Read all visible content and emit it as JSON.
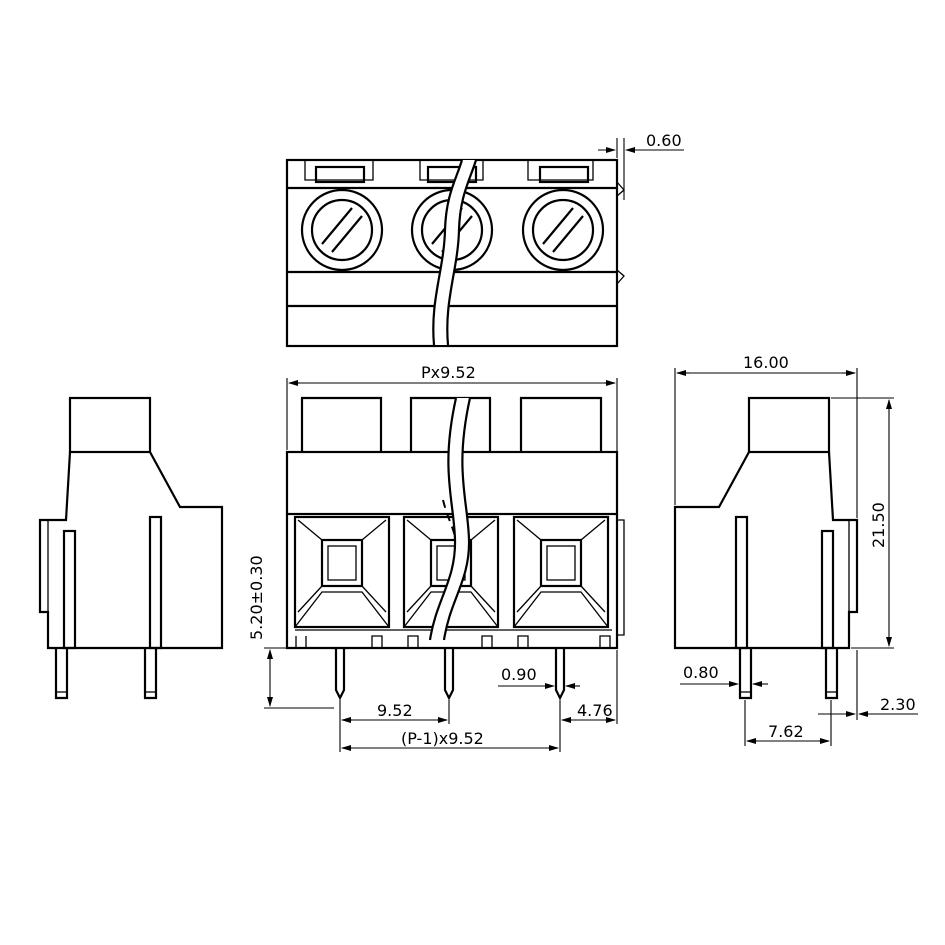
{
  "drawing": {
    "type": "terminal-block-dimension-drawing",
    "line_color": "#000000",
    "background": "#ffffff"
  },
  "dimensions": {
    "thickness_top": "0.60",
    "length_total": "Px9.52",
    "depth": "16.00",
    "height": "21.50",
    "pin_length": "5.20±0.30",
    "pitch": "9.52",
    "half_pitch": "4.76",
    "pin_width_front": "0.90",
    "pin_width_side": "0.80",
    "row_offset": "2.30",
    "row_pitch": "7.62",
    "pin_span": "(P-1)x9.52"
  }
}
